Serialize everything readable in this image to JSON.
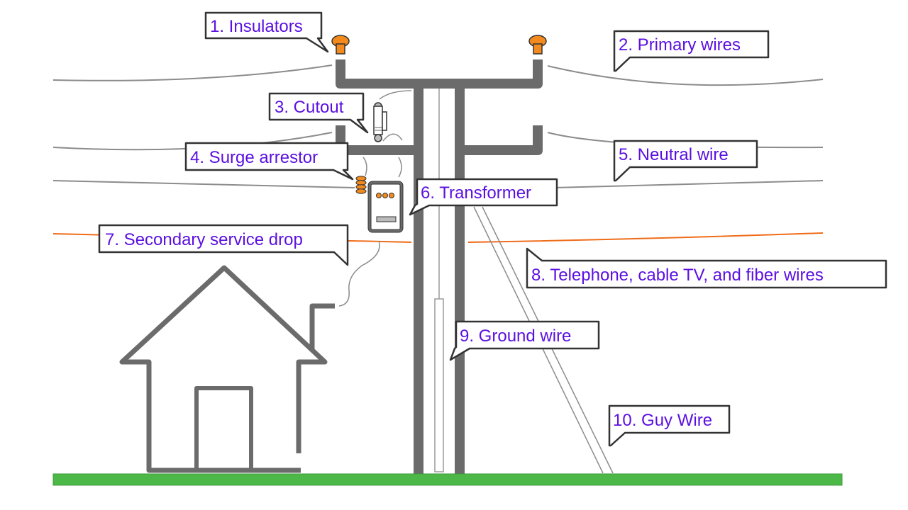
{
  "title": "Utility pole components",
  "colors": {
    "label_text": "#5b10e0",
    "pole": "#6b6b6b",
    "wire": "#8c8c8c",
    "secondary_wire": "#ef6c1a",
    "insulator": "#f28a1e",
    "ground": "#4cb848",
    "callout_border": "#333333"
  },
  "labels": [
    {
      "id": "insulators",
      "text": "1. Insulators"
    },
    {
      "id": "primary-wires",
      "text": "2. Primary wires"
    },
    {
      "id": "cutout",
      "text": "3. Cutout"
    },
    {
      "id": "surge-arrestor",
      "text": "4. Surge arrestor"
    },
    {
      "id": "neutral-wire",
      "text": "5. Neutral wire"
    },
    {
      "id": "transformer",
      "text": "6. Transformer"
    },
    {
      "id": "secondary-service-drop",
      "text": "7. Secondary service drop"
    },
    {
      "id": "telephone-cable-fiber",
      "text": "8. Telephone, cable TV, and fiber wires"
    },
    {
      "id": "ground-wire",
      "text": "9. Ground wire"
    },
    {
      "id": "guy-wire",
      "text": "10. Guy Wire"
    }
  ]
}
